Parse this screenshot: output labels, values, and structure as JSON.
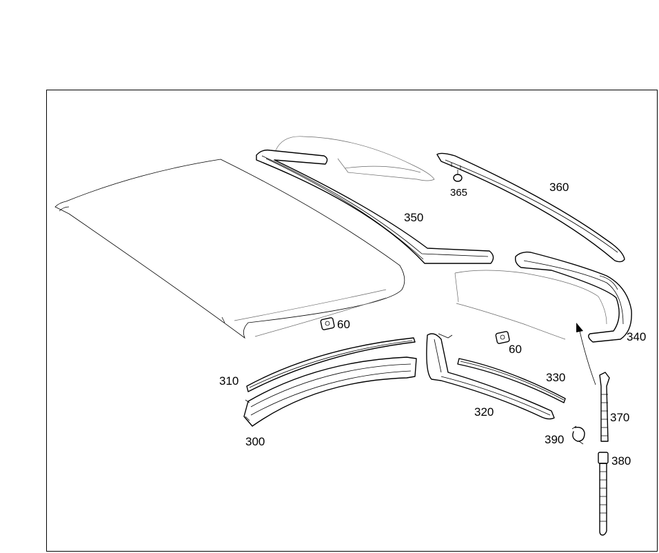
{
  "diagram": {
    "labels": {
      "p60a": "60",
      "p60b": "60",
      "p300": "300",
      "p310": "310",
      "p320": "320",
      "p330": "330",
      "p340": "340",
      "p350": "350",
      "p360": "360",
      "p365": "365",
      "p370": "370",
      "p380": "380",
      "p390": "390"
    }
  }
}
